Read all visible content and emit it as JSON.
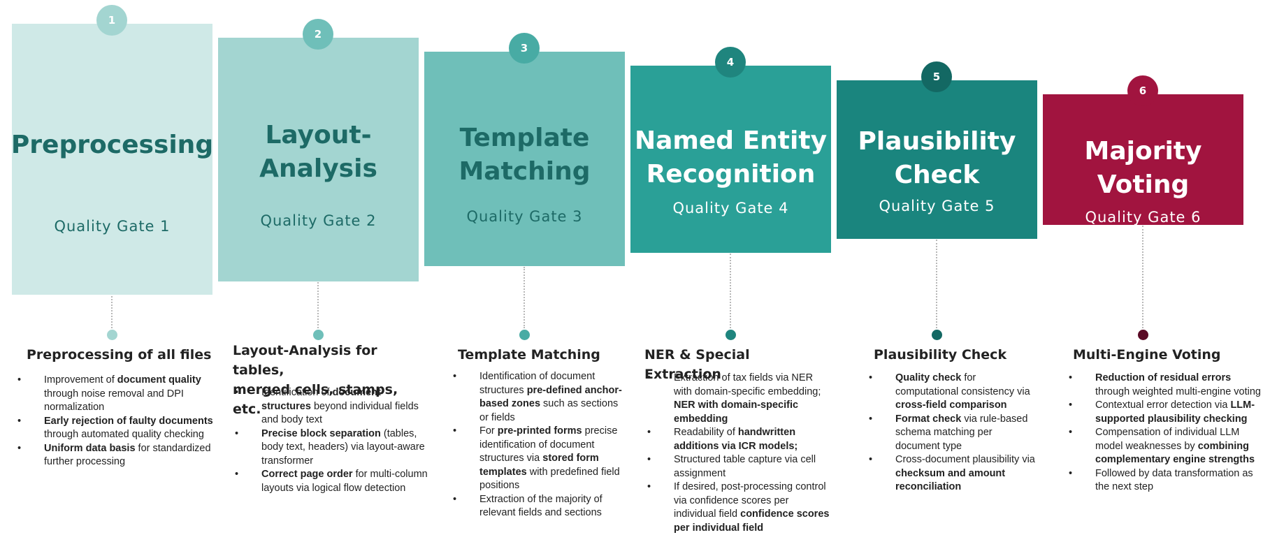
{
  "colors": {
    "box": [
      "#cfe9e7",
      "#a3d5d1",
      "#6fbfb9",
      "#2aa097",
      "#1a857e",
      "#a1143f"
    ],
    "badge": [
      "#a3d5d1",
      "#6fbfb9",
      "#48aba4",
      "#1f857e",
      "#136863",
      "#a1143f"
    ],
    "dot": [
      "#a3d5d1",
      "#6fbfb9",
      "#48aba4",
      "#1f857e",
      "#136863",
      "#5a0a25"
    ],
    "text_dark": "#1d6a66"
  },
  "stages": [
    {
      "number": "1",
      "title": "Preprocessing",
      "gate": "Quality Gate 1",
      "heading": "Preprocessing of all files",
      "bullets": [
        [
          {
            "t": "Improvement of "
          },
          {
            "t": "document quality",
            "b": true
          },
          {
            "t": " through noise removal and DPI normalization"
          }
        ],
        [
          {
            "t": "Early rejection of faulty documents",
            "b": true
          },
          {
            "t": " through automated quality checking"
          }
        ],
        [
          {
            "t": "Uniform data basis",
            "b": true
          },
          {
            "t": " for standardized further processing"
          }
        ]
      ]
    },
    {
      "number": "2",
      "title": "Layout-\nAnalysis",
      "gate": "Quality Gate 2",
      "heading": "Layout-Analysis for tables,\nmerged cells, stamps, etc.",
      "bullets": [
        [
          {
            "t": "Identification of "
          },
          {
            "t": "document structures",
            "b": true
          },
          {
            "t": " beyond individual fields and body text"
          }
        ],
        [
          {
            "t": "Precise block separation",
            "b": true
          },
          {
            "t": " (tables, body text, headers) via layout-aware transformer"
          }
        ],
        [
          {
            "t": "Correct page order",
            "b": true
          },
          {
            "t": " for multi-column layouts via logical flow detection"
          }
        ]
      ]
    },
    {
      "number": "3",
      "title": "Template\nMatching",
      "gate": "Quality Gate 3",
      "heading": "Template Matching",
      "bullets": [
        [
          {
            "t": "Identification of document structures "
          },
          {
            "t": "pre-defined anchor-based zones",
            "b": true
          },
          {
            "t": " such as sections or fields"
          }
        ],
        [
          {
            "t": "For "
          },
          {
            "t": "pre-printed forms",
            "b": true
          },
          {
            "t": " precise identification of document structures via "
          },
          {
            "t": "stored form templates",
            "b": true
          },
          {
            "t": " with predefined field positions"
          }
        ],
        [
          {
            "t": "Extraction of the majority of relevant fields and sections"
          }
        ]
      ]
    },
    {
      "number": "4",
      "title": "Named Entity\nRecognition",
      "gate": "Quality Gate 4",
      "heading": "NER & Special Extraction",
      "bullets": [
        [
          {
            "t": "Extraction of tax fields via NER with domain-specific embedding; "
          },
          {
            "t": "NER with domain-specific embedding",
            "b": true
          }
        ],
        [
          {
            "t": "Readability of "
          },
          {
            "t": "handwritten additions via ICR models;",
            "b": true
          }
        ],
        [
          {
            "t": "Structured table capture via cell assignment"
          }
        ],
        [
          {
            "t": "If desired, post-processing control via confidence scores per individual field "
          },
          {
            "t": "confidence scores per individual field",
            "b": true
          }
        ]
      ]
    },
    {
      "number": "5",
      "title": "Plausibility\nCheck",
      "gate": "Quality Gate 5",
      "heading": "Plausibility Check",
      "bullets": [
        [
          {
            "t": "Quality check",
            "b": true
          },
          {
            "t": " for computational consistency via "
          },
          {
            "t": "cross-field comparison",
            "b": true
          }
        ],
        [
          {
            "t": "Format check",
            "b": true
          },
          {
            "t": " via rule-based schema matching per document type"
          }
        ],
        [
          {
            "t": "Cross-document plausibility via "
          },
          {
            "t": "checksum and amount reconciliation",
            "b": true
          }
        ]
      ]
    },
    {
      "number": "6",
      "title": "Majority Voting",
      "gate": "Quality Gate 6",
      "heading": "Multi-Engine Voting",
      "bullets": [
        [
          {
            "t": "Reduction of residual errors",
            "b": true
          },
          {
            "t": " through weighted multi-engine voting"
          }
        ],
        [
          {
            "t": "Contextual error detection via "
          },
          {
            "t": "LLM-supported plausibility checking",
            "b": true
          }
        ],
        [
          {
            "t": "Compensation of individual LLM model weaknesses by "
          },
          {
            "t": "combining complementary engine strengths",
            "b": true
          }
        ],
        [
          {
            "t": "Followed by data transformation as the next step"
          }
        ]
      ]
    }
  ]
}
